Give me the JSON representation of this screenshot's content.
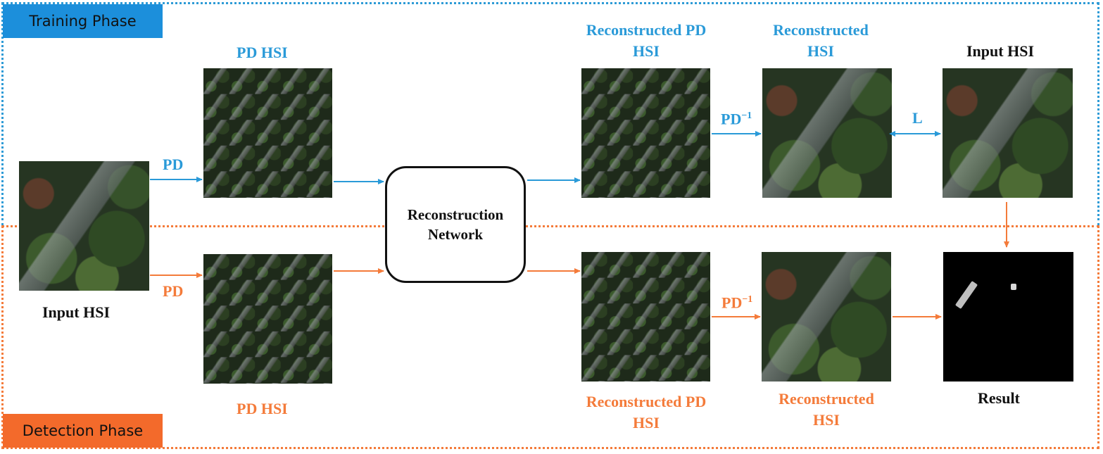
{
  "phases": {
    "training": "Training Phase",
    "detection": "Detection Phase"
  },
  "labels": {
    "input_hsi_left": "Input HSI",
    "pd_top": "PD",
    "pd_bottom": "PD",
    "pd_hsi_top": "PD HSI",
    "pd_hsi_bottom": "PD HSI",
    "network_line1": "Reconstruction",
    "network_line2": "Network",
    "recon_pd_top_line1": "Reconstructed PD",
    "recon_pd_top_line2": "HSI",
    "recon_pd_bottom_line1": "Reconstructed PD",
    "recon_pd_bottom_line2": "HSI",
    "recon_top_line1": "Reconstructed",
    "recon_top_line2": "HSI",
    "recon_bottom_line1": "Reconstructed",
    "recon_bottom_line2": "HSI",
    "pd_inv_top": "PD",
    "pd_inv_bottom": "PD",
    "pd_inv_sup": "−1",
    "loss": "L",
    "input_hsi_right": "Input HSI",
    "result": "Result"
  },
  "colors": {
    "training": "#2a9ad8",
    "detection": "#f47b3a",
    "training_tag": "#1c8fdb",
    "detection_tag": "#f36a2b"
  }
}
